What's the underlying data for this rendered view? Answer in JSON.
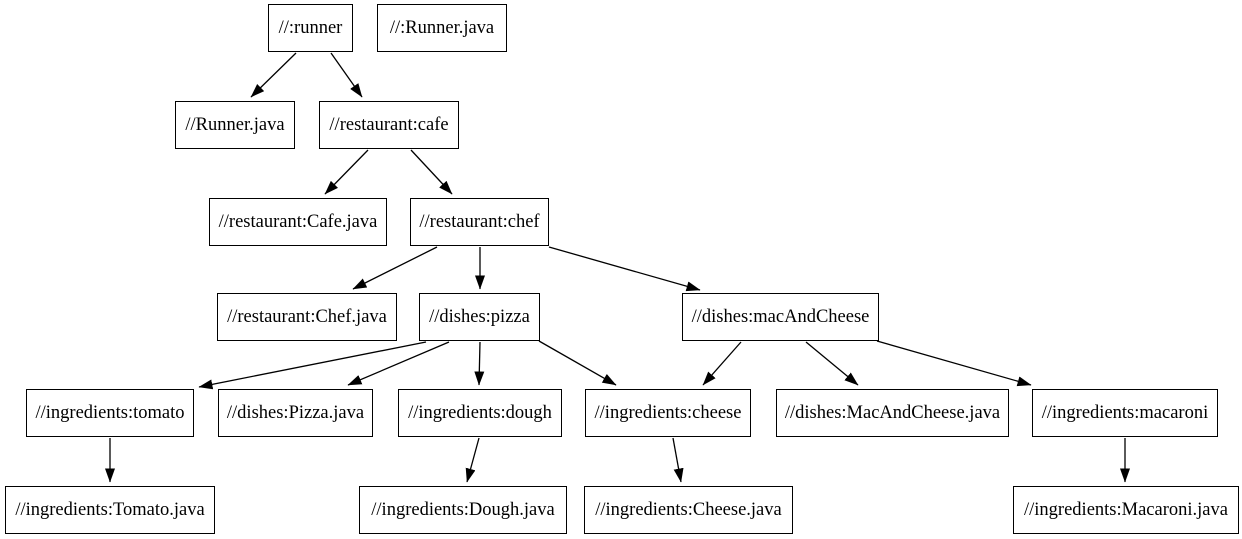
{
  "diagram": {
    "type": "dependency-graph",
    "background_color": "#ffffff",
    "node_fill_color": "#ffffff",
    "node_border_color": "#000000",
    "edge_color": "#000000",
    "nodes": [
      {
        "id": "runner",
        "label": "//:runner"
      },
      {
        "id": "runner_java_root",
        "label": "//:Runner.java"
      },
      {
        "id": "runner_java",
        "label": "//Runner.java"
      },
      {
        "id": "restaurant_cafe",
        "label": "//restaurant:cafe"
      },
      {
        "id": "restaurant_cafe_java",
        "label": "//restaurant:Cafe.java"
      },
      {
        "id": "restaurant_chef",
        "label": "//restaurant:chef"
      },
      {
        "id": "restaurant_chef_java",
        "label": "//restaurant:Chef.java"
      },
      {
        "id": "dishes_pizza",
        "label": "//dishes:pizza"
      },
      {
        "id": "dishes_macandcheese",
        "label": "//dishes:macAndCheese"
      },
      {
        "id": "ingredients_tomato",
        "label": "//ingredients:tomato"
      },
      {
        "id": "dishes_pizza_java",
        "label": "//dishes:Pizza.java"
      },
      {
        "id": "ingredients_dough",
        "label": "//ingredients:dough"
      },
      {
        "id": "ingredients_cheese",
        "label": "//ingredients:cheese"
      },
      {
        "id": "dishes_macandcheese_java",
        "label": "//dishes:MacAndCheese.java"
      },
      {
        "id": "ingredients_macaroni",
        "label": "//ingredients:macaroni"
      },
      {
        "id": "ingredients_tomato_java",
        "label": "//ingredients:Tomato.java"
      },
      {
        "id": "ingredients_dough_java",
        "label": "//ingredients:Dough.java"
      },
      {
        "id": "ingredients_cheese_java",
        "label": "//ingredients:Cheese.java"
      },
      {
        "id": "ingredients_macaroni_java",
        "label": "//ingredients:Macaroni.java"
      }
    ],
    "edges": [
      {
        "from": "//:runner",
        "to": "//Runner.java"
      },
      {
        "from": "//:runner",
        "to": "//restaurant:cafe"
      },
      {
        "from": "//restaurant:cafe",
        "to": "//restaurant:Cafe.java"
      },
      {
        "from": "//restaurant:cafe",
        "to": "//restaurant:chef"
      },
      {
        "from": "//restaurant:chef",
        "to": "//restaurant:Chef.java"
      },
      {
        "from": "//restaurant:chef",
        "to": "//dishes:pizza"
      },
      {
        "from": "//restaurant:chef",
        "to": "//dishes:macAndCheese"
      },
      {
        "from": "//dishes:pizza",
        "to": "//ingredients:tomato"
      },
      {
        "from": "//dishes:pizza",
        "to": "//dishes:Pizza.java"
      },
      {
        "from": "//dishes:pizza",
        "to": "//ingredients:dough"
      },
      {
        "from": "//dishes:pizza",
        "to": "//ingredients:cheese"
      },
      {
        "from": "//dishes:macAndCheese",
        "to": "//ingredients:cheese"
      },
      {
        "from": "//dishes:macAndCheese",
        "to": "//dishes:MacAndCheese.java"
      },
      {
        "from": "//dishes:macAndCheese",
        "to": "//ingredients:macaroni"
      },
      {
        "from": "//ingredients:tomato",
        "to": "//ingredients:Tomato.java"
      },
      {
        "from": "//ingredients:dough",
        "to": "//ingredients:Dough.java"
      },
      {
        "from": "//ingredients:cheese",
        "to": "//ingredients:Cheese.java"
      },
      {
        "from": "//ingredients:macaroni",
        "to": "//ingredients:Macaroni.java"
      }
    ]
  }
}
